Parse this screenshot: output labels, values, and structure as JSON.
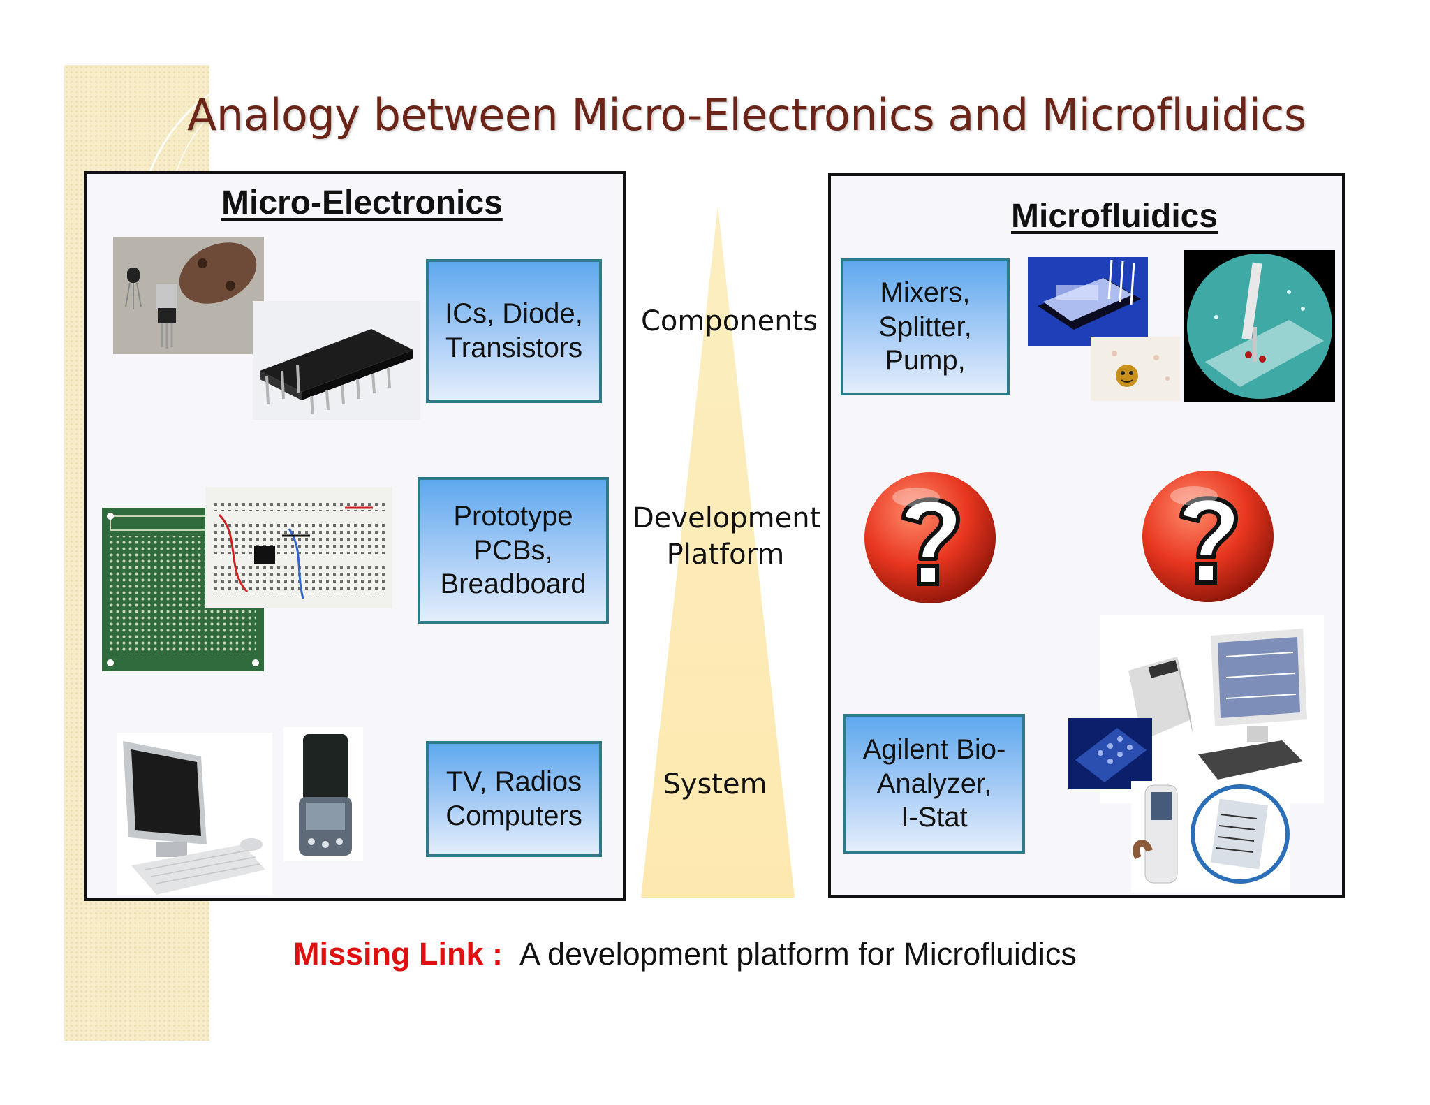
{
  "slide": {
    "title": "Analogy between Micro-Electronics and Microfluidics"
  },
  "left_panel": {
    "heading": "Micro-Electronics",
    "boxes": [
      {
        "label": "ICs, Diode,\nTransistors"
      },
      {
        "label": "Prototype\nPCBs,\nBreadboard"
      },
      {
        "label": "TV, Radios\nComputers"
      }
    ]
  },
  "right_panel": {
    "heading": "Microfluidics",
    "boxes": [
      {
        "label": "Mixers,\nSplitter,\nPump,"
      },
      {
        "label": "Agilent Bio-\nAnalyzer,\nI-Stat"
      }
    ]
  },
  "levels": [
    {
      "label": "Components"
    },
    {
      "label": "Development\nPlatform"
    },
    {
      "label": "System"
    }
  ],
  "footer": {
    "missing_link_label": "Missing Link :",
    "text": "A development platform for Microfluidics"
  },
  "colors": {
    "title": "#6b2418",
    "box_border": "#2c7a8a",
    "box_top": "#5ea8ee",
    "triangle": "#fde9a8",
    "missing_link": "#e01010",
    "question_mark_ball": "#e8361f"
  },
  "icons": [
    "transistors-photo",
    "ic-chip-photo",
    "pcb-photo",
    "breadboard-photo",
    "computer-photo",
    "pda-photo",
    "microfluidic-chip-photo",
    "syringe-chip-photo",
    "question-mark-icon",
    "bioanalyzer-photo",
    "istat-handheld-photo"
  ]
}
